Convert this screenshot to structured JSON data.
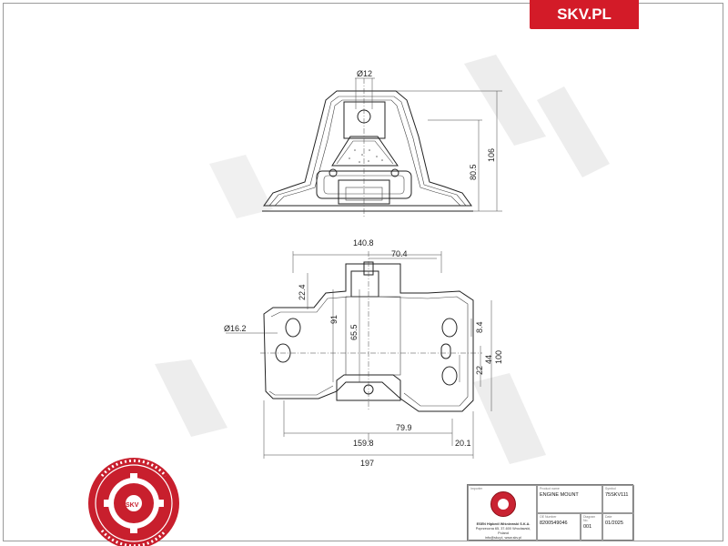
{
  "brand": {
    "label": "SKV.PL"
  },
  "seal": {
    "text": "AFTERMARKET PRICE • OE QUALITY • AUTO PARTS",
    "center": "SKV"
  },
  "dimensions": {
    "top_view": {
      "hole_dia": "Ø12",
      "height_total": "106",
      "height_mid": "80.5"
    },
    "bottom_view": {
      "width_top": "140.8",
      "width_mid": "70.4",
      "left_height": "22.4",
      "hole_left": "Ø16.2",
      "center_91": "91",
      "center_655": "65.5",
      "right_84": "8.4",
      "right_22": "22",
      "right_44": "44",
      "right_100": "100",
      "bottom_799": "79.9",
      "bottom_1598": "159.8",
      "bottom_201": "20.1",
      "bottom_197": "197"
    }
  },
  "title_block": {
    "importer_label": "Importer",
    "product_label": "Product name",
    "product_name": "ENGINE MOUNT",
    "symbol_label": "Symbol",
    "symbol": "75SKV111",
    "oe_label": "OE Number",
    "oe_number": "8200549046",
    "diagram_label": "Diagram No.",
    "diagram_no": "001",
    "date_label": "Date",
    "date": "01/2025",
    "address_line1": "ESEN Hipkedi Wiśniewski S.K.A.",
    "address_line2": "Poprzeczna 65, 37-600 Wrocławski, Poland",
    "address_line3": "info@skv.pl, www.skv.pl"
  },
  "colors": {
    "brand_red": "#d31b28",
    "line": "#222222",
    "watermark": "#e9e9e9"
  }
}
